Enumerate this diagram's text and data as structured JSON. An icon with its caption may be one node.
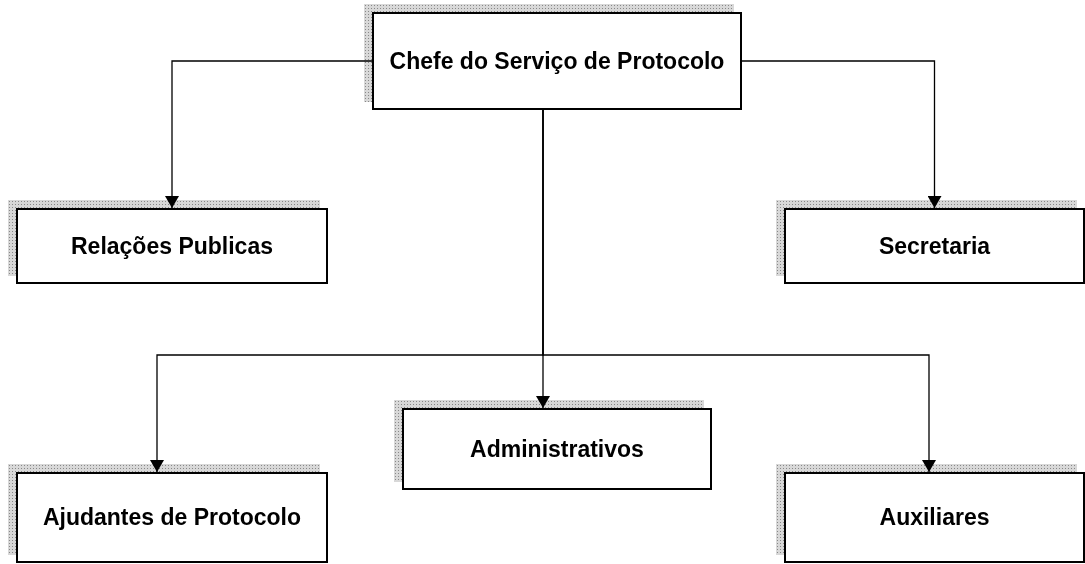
{
  "diagram": {
    "nodes": [
      {
        "text": [
          "Chefe do Serviço de Protocolo"
        ]
      },
      {
        "text": [
          "Relações Publicas"
        ]
      },
      {
        "text": [
          "Secretaria"
        ]
      },
      {
        "text": [
          "Ajudantes de Protocolo"
        ]
      },
      {
        "text": [
          "Administrativos"
        ]
      },
      {
        "text": [
          "Auxiliares"
        ]
      }
    ],
    "edges": [
      {
        "from": 0,
        "to": 1,
        "arrow": "to"
      },
      {
        "from": 0,
        "to": 2,
        "arrow": "to"
      },
      {
        "from": 0,
        "to": 3,
        "arrow": "to"
      },
      {
        "from": 0,
        "to": 4,
        "arrow": "to"
      },
      {
        "from": 0,
        "to": 5,
        "arrow": "to"
      }
    ]
  }
}
